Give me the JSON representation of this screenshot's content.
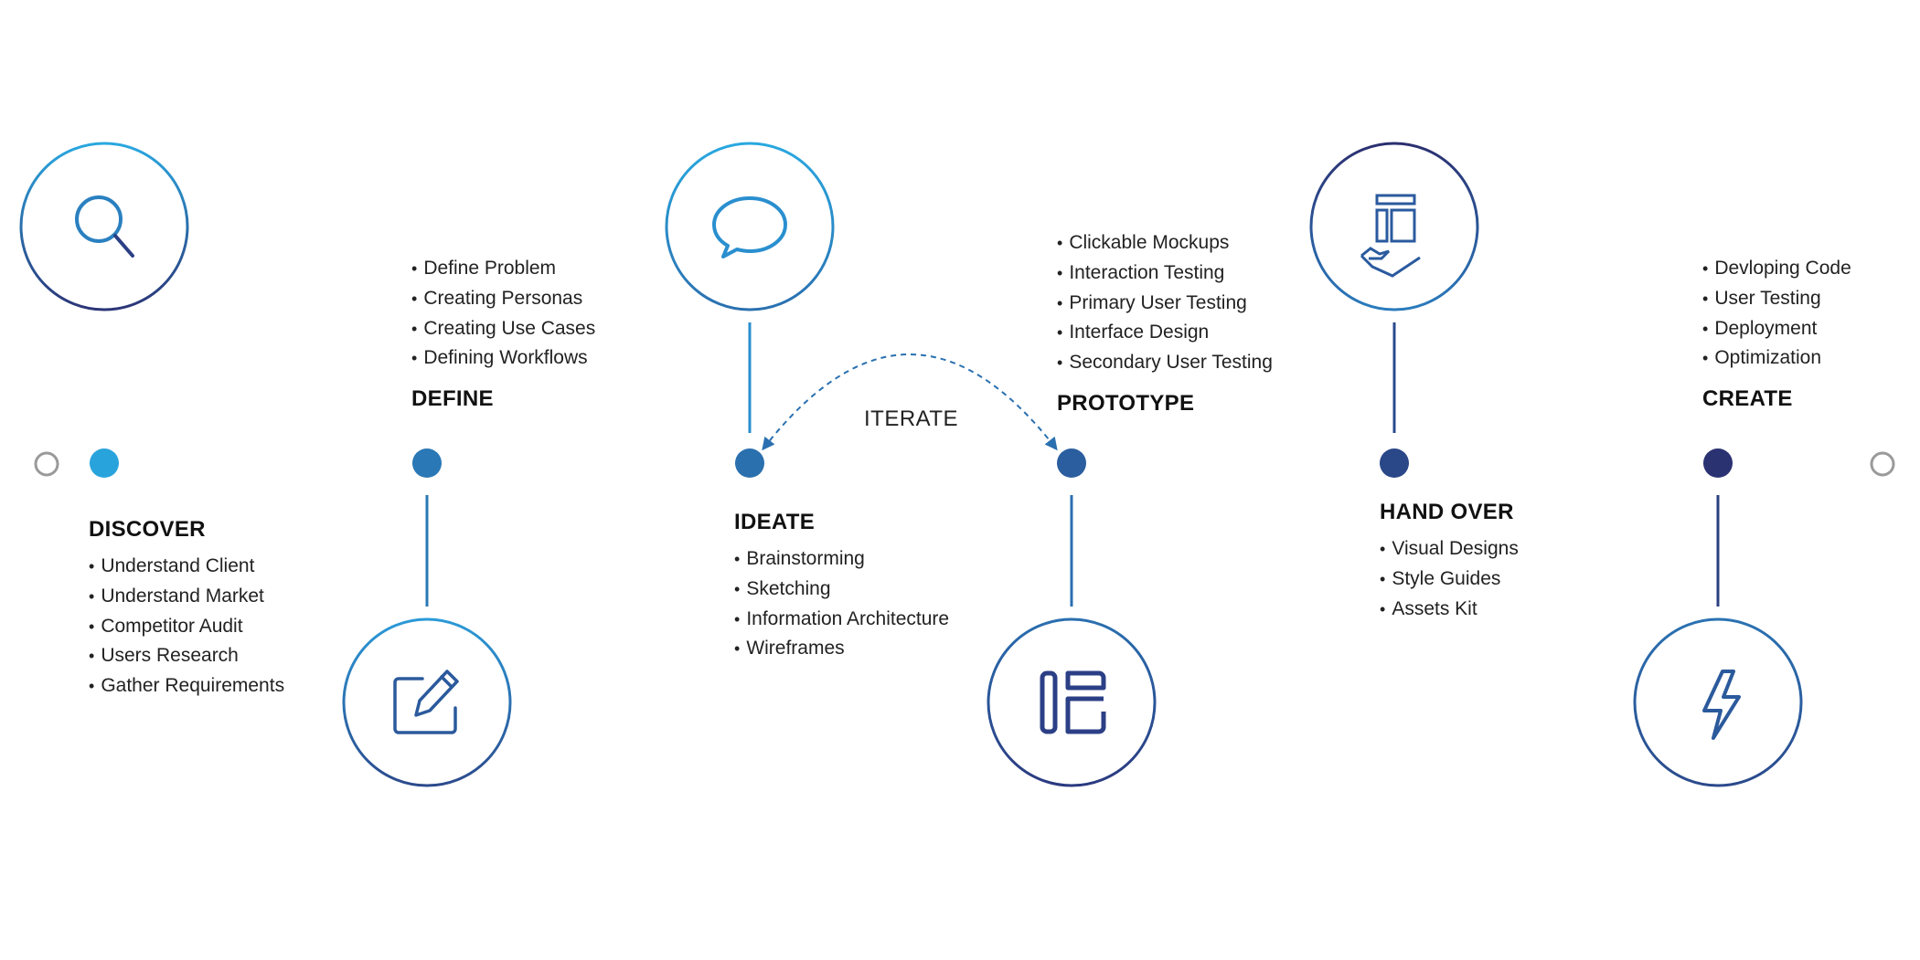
{
  "iterate_label": "ITERATE",
  "colors": {
    "light": "#29a8e0",
    "dark": "#2b2f70",
    "endpoint": "#9a9a9a"
  },
  "stages": [
    {
      "title": "DISCOVER",
      "icon": "search-icon",
      "items": [
        "Understand Client",
        "Understand Market",
        "Competitor Audit",
        "Users Research",
        "Gather Requirements"
      ]
    },
    {
      "title": "DEFINE",
      "icon": "edit-icon",
      "items": [
        "Define Problem",
        "Creating Personas",
        "Creating Use Cases",
        "Defining Workflows"
      ]
    },
    {
      "title": "IDEATE",
      "icon": "chat-bubble-icon",
      "items": [
        "Brainstorming",
        "Sketching",
        "Information Architecture",
        "Wireframes"
      ]
    },
    {
      "title": "PROTOTYPE",
      "icon": "layout-icon",
      "items": [
        "Clickable Mockups",
        "Interaction Testing",
        "Primary User Testing",
        "Interface Design",
        "Secondary User Testing"
      ]
    },
    {
      "title": "HAND OVER",
      "icon": "hand-layout-icon",
      "items": [
        "Visual Designs",
        "Style Guides",
        "Assets Kit"
      ]
    },
    {
      "title": "CREATE",
      "icon": "lightning-icon",
      "items": [
        "Devloping Code",
        "User Testing",
        "Deployment",
        "Optimization"
      ]
    }
  ]
}
